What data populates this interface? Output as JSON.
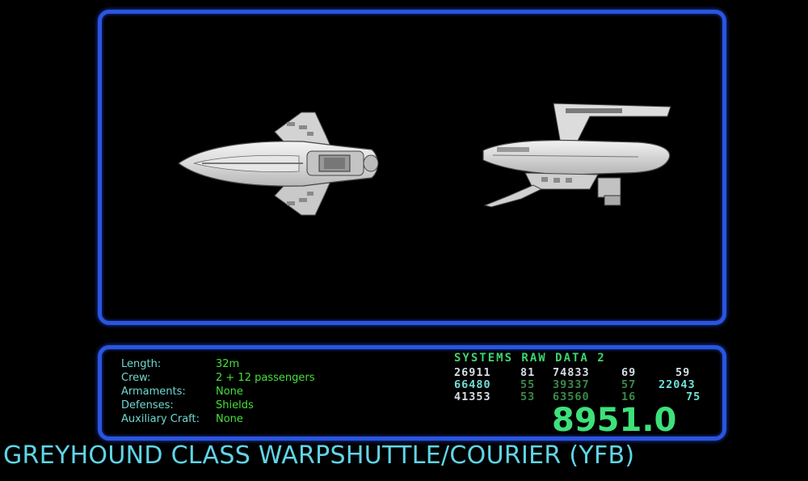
{
  "specs": [
    {
      "label": "Length:",
      "value": "32m"
    },
    {
      "label": "Crew:",
      "value": "2 + 12 passengers"
    },
    {
      "label": "Armaments:",
      "value": "None"
    },
    {
      "label": "Defenses:",
      "value": "Shields"
    },
    {
      "label": "Auxiliary Craft:",
      "value": "None"
    }
  ],
  "raw_data": {
    "title": "SYSTEMS RAW DATA 2",
    "rows": [
      [
        "26911",
        "81",
        "74833",
        "69",
        "",
        "59"
      ],
      [
        "66480",
        "55",
        "39337",
        "57",
        "22043",
        ""
      ],
      [
        "41353",
        "53",
        "63560",
        "16",
        "",
        "75"
      ]
    ]
  },
  "readout": "8951.0",
  "title": "GREYHOUND CLASS WARPSHUTTLE/COURIER (YFB)",
  "colors": {
    "frame": "#2a55e0",
    "label": "#6fd8d0",
    "value": "#44e03a",
    "readout": "#3ee07a",
    "title": "#5fd5e8"
  },
  "icons": [
    "ship-top-view",
    "ship-side-view"
  ]
}
